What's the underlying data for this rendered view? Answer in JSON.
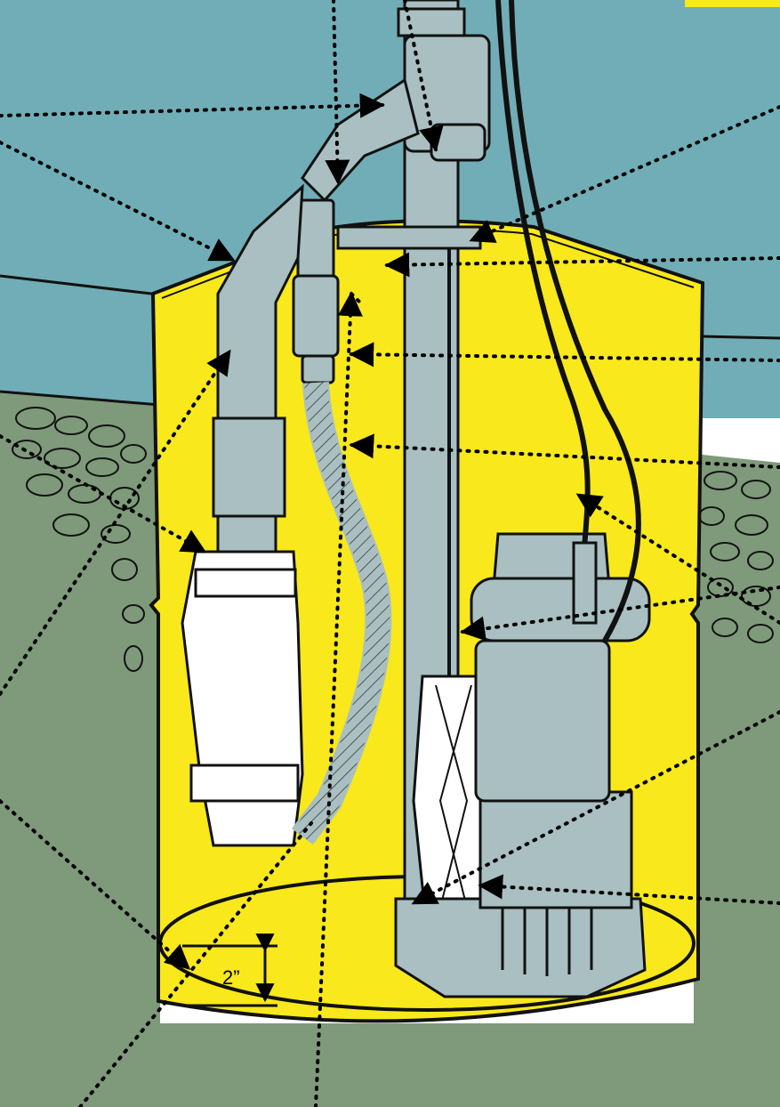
{
  "diagram": {
    "dimension_label": "2”",
    "colors": {
      "wall": "#71adb6",
      "soil": "#7e9a7a",
      "pit_fill": "#f8e81c",
      "pipe": "#a9bfc1",
      "outline": "#111111",
      "leader": "#000000",
      "float": "#ffffff",
      "backup_pump_body": "#ffffff"
    },
    "components": [
      "discharge-pipe",
      "check-valve-fittings",
      "wye-fitting",
      "backup-pump",
      "backup-pump-hose",
      "float-switch",
      "main-sump-pump",
      "pump-power-cord",
      "sump-basin",
      "gravel-bed",
      "sump-lid-corner-tab"
    ]
  }
}
